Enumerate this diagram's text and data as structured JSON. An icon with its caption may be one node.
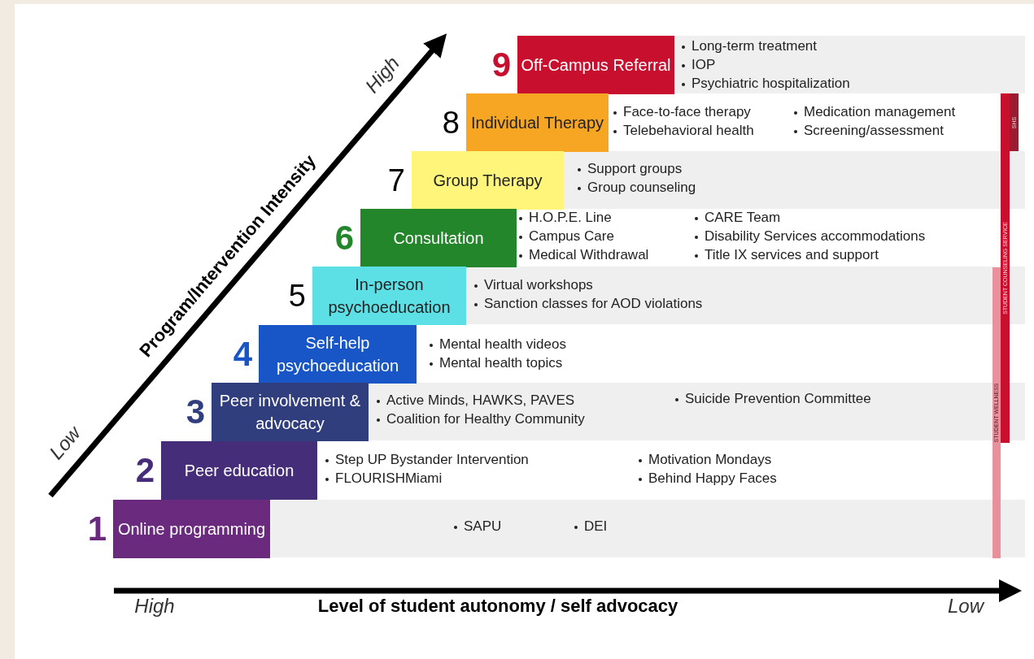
{
  "diagram": {
    "nodes": [
      {
        "text": [
          "Off-Campus Referral"
        ],
        "beside": [
          "9"
        ]
      },
      {
        "text": [
          "Individual Therapy"
        ],
        "beside": [
          "8"
        ]
      },
      {
        "text": [
          "Group Therapy"
        ],
        "beside": [
          "7"
        ]
      },
      {
        "text": [
          "Consultation"
        ],
        "beside": [
          "6"
        ]
      },
      {
        "text": [
          "In-person psychoeducation"
        ],
        "beside": [
          "5"
        ]
      },
      {
        "text": [
          "Self-help psychoeducation"
        ],
        "beside": [
          "4"
        ]
      },
      {
        "text": [
          "Peer involvement & advocacy"
        ],
        "beside": [
          "3"
        ]
      },
      {
        "text": [
          "Peer education"
        ],
        "beside": [
          "2"
        ]
      },
      {
        "text": [
          "Online programming"
        ],
        "beside": [
          "1"
        ]
      },
      {
        "text": [
          "SHS"
        ]
      },
      {
        "text": [
          "STUDENT COUNSELING SERVICE"
        ]
      },
      {
        "text": [
          "STUDENT WELLNESS"
        ]
      }
    ],
    "labels": [
      "High",
      "Program/Intervention Intensity",
      "Low",
      "Long-term treatment",
      "IOP",
      "Psychiatric hospitalization",
      "Face-to-face therapy",
      "Medication management",
      "Telebehavioral health",
      "Screening/assessment",
      "Support groups",
      "Group counseling",
      "H.O.P.E. Line",
      "CARE Team",
      "Campus Care",
      "Disability Services accommodations",
      "Medical Withdrawal",
      "Title IX services and support",
      "Virtual workshops",
      "Sanction classes for AOD violations",
      "Mental health videos",
      "Mental health topics",
      "Active Minds, HAWKS, PAVES",
      "Suicide Prevention Committee",
      "Coalition for Healthy Community",
      "Step UP Bystander Intervention",
      "Motivation Mondays",
      "FLOURISHMiami",
      "Behind Happy Faces",
      "SAPU",
      "DEI",
      "High",
      "Level of student autonomy / self advocacy",
      "Low"
    ]
  }
}
